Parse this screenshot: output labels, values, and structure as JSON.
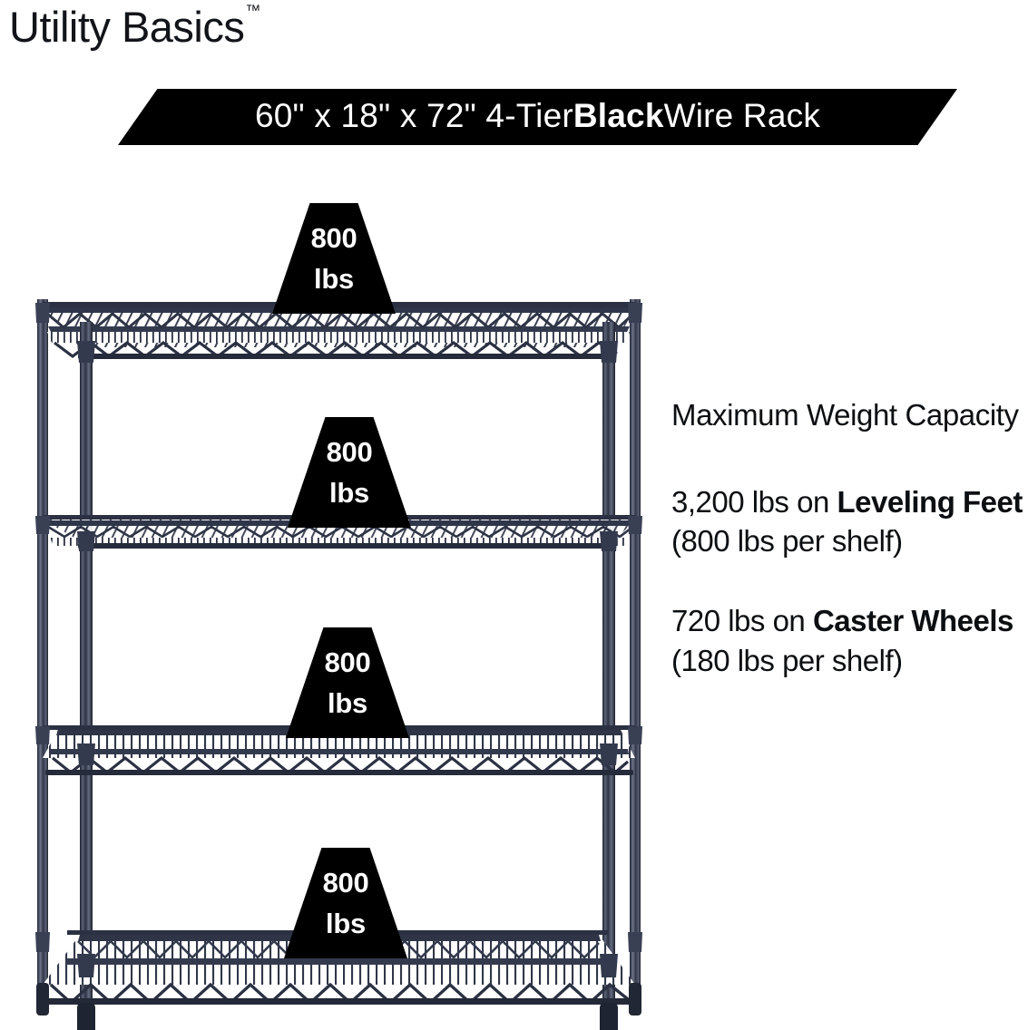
{
  "brand": {
    "name": "Utility Basics",
    "trademark": "™"
  },
  "banner": {
    "text_before_bold": "60\" x 18\" x 72\" 4-Tier ",
    "bold_word": "Black",
    "text_after_bold": " Wire Rack",
    "full_text": "60\" x 18\" x 72\" 4-Tier Black Wire Rack",
    "background_color": "#000000",
    "text_color": "#ffffff"
  },
  "product": {
    "type": "4-Tier Wire Shelving Rack",
    "width_in": "60\"",
    "depth_in": "18\"",
    "height_in": "72\"",
    "tiers": 4,
    "color": "Black",
    "frame_color": "#2b3040",
    "feet_type": "Leveling Feet"
  },
  "badges": [
    {
      "id": "shelf-1",
      "number": "800",
      "unit": "lbs"
    },
    {
      "id": "shelf-2",
      "number": "800",
      "unit": "lbs"
    },
    {
      "id": "shelf-3",
      "number": "800",
      "unit": "lbs"
    },
    {
      "id": "shelf-4",
      "number": "800",
      "unit": "lbs"
    }
  ],
  "info": {
    "heading": "Maximum Weight Capacity",
    "leveling": {
      "prefix": "3,200 lbs on ",
      "bold": "Leveling Feet",
      "suffix": " (800 lbs per shelf)",
      "total": "3,200 lbs",
      "per_shelf": "800 lbs"
    },
    "caster": {
      "prefix": "720 lbs on ",
      "bold": "Caster Wheels",
      "suffix": " (180 lbs per shelf)",
      "total": "720 lbs",
      "per_shelf": "180 lbs"
    }
  }
}
